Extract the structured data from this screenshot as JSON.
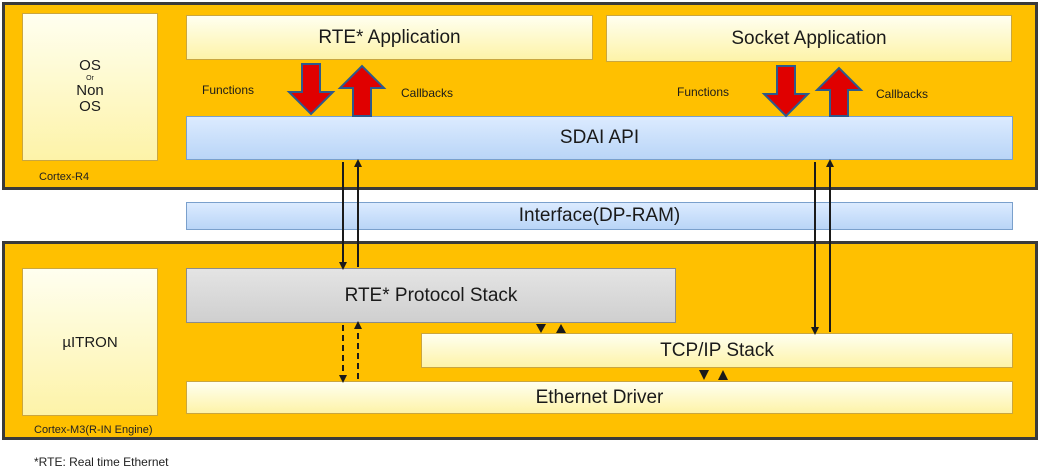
{
  "cortex_r4": {
    "label": "Cortex-R4",
    "os_block": {
      "line1": "OS",
      "line2": "Or",
      "line3": "Non",
      "line4": "OS"
    },
    "rte_app": "RTE* Application",
    "socket_app": "Socket Application",
    "sdai_api": "SDAI API",
    "functions_left": "Functions",
    "callbacks_left": "Callbacks",
    "functions_right": "Functions",
    "callbacks_right": "Callbacks"
  },
  "interface": "Interface(DP-RAM)",
  "cortex_m3": {
    "label": "Cortex-M3(R-IN Engine)",
    "os_block": "µITRON",
    "rte_stack": "RTE* Protocol Stack",
    "tcpip_stack": "TCP/IP Stack",
    "ethernet_driver": "Ethernet Driver"
  },
  "footnote": "*RTE: Real time Ethernet",
  "colors": {
    "core_fill": "#FFC000",
    "api_arrow_fill": "#E00000",
    "api_arrow_stroke": "#2E5A8C"
  }
}
